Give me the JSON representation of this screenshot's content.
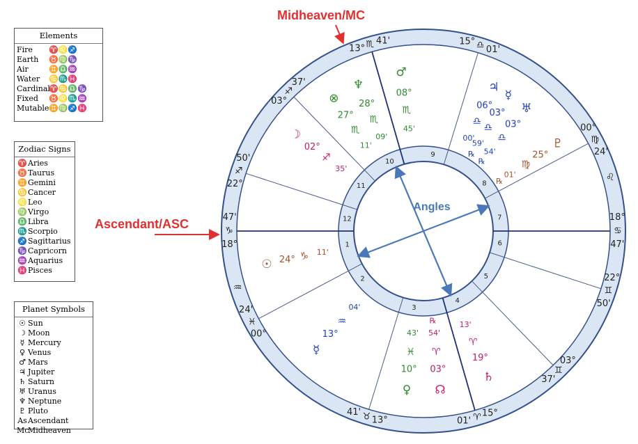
{
  "callouts": {
    "mc": "Midheaven/MC",
    "asc": "Ascendant/ASC",
    "angles": "Angles"
  },
  "colors": {
    "callout": "#e03030",
    "angles": "#4a78b8",
    "ring_fill": "#dbe6f4",
    "ring_stroke": "#34508c"
  },
  "legend_elements": {
    "title": "Elements",
    "rows": [
      {
        "label": "Fire",
        "signs": "♈♌♐"
      },
      {
        "label": "Earth",
        "signs": "♉♍♑"
      },
      {
        "label": "Air",
        "signs": "♊♎♒"
      },
      {
        "label": "Water",
        "signs": "♋♏♓"
      },
      {
        "label": "Cardinal",
        "signs": "♈♋♎♑"
      },
      {
        "label": "Fixed",
        "signs": "♉♌♏♒"
      },
      {
        "label": "Mutable",
        "signs": "♊♍♐♓"
      }
    ]
  },
  "legend_signs": {
    "title": "Zodiac Signs",
    "rows": [
      {
        "sym": "♈",
        "label": "Aries"
      },
      {
        "sym": "♉",
        "label": "Taurus"
      },
      {
        "sym": "♊",
        "label": "Gemini"
      },
      {
        "sym": "♋",
        "label": "Cancer"
      },
      {
        "sym": "♌",
        "label": "Leo"
      },
      {
        "sym": "♍",
        "label": "Virgo"
      },
      {
        "sym": "♎",
        "label": "Libra"
      },
      {
        "sym": "♏",
        "label": "Scorpio"
      },
      {
        "sym": "♐",
        "label": "Sagittarius"
      },
      {
        "sym": "♑",
        "label": "Capricorn"
      },
      {
        "sym": "♒",
        "label": "Aquarius"
      },
      {
        "sym": "♓",
        "label": "Pisces"
      }
    ]
  },
  "legend_planets": {
    "title": "Planet Symbols",
    "rows": [
      {
        "sym": "☉",
        "label": "Sun"
      },
      {
        "sym": "☽",
        "label": "Moon"
      },
      {
        "sym": "☿",
        "label": "Mercury"
      },
      {
        "sym": "♀",
        "label": "Venus"
      },
      {
        "sym": "♂",
        "label": "Mars"
      },
      {
        "sym": "♃",
        "label": "Jupiter"
      },
      {
        "sym": "♄",
        "label": "Saturn"
      },
      {
        "sym": "♅",
        "label": "Uranus"
      },
      {
        "sym": "♆",
        "label": "Neptune"
      },
      {
        "sym": "♇",
        "label": "Pluto"
      },
      {
        "sym": "As",
        "label": "Ascendant"
      },
      {
        "sym": "Mc",
        "label": "Midheaven"
      }
    ]
  },
  "cusps": [
    {
      "house": "1",
      "deg": "18°",
      "sign": "♑",
      "min": "47'"
    },
    {
      "house": "2",
      "deg": "00°",
      "sign": "♓",
      "min": "24'"
    },
    {
      "house": "3",
      "deg": "13°",
      "sign": "♉",
      "min": "41'"
    },
    {
      "house": "4",
      "deg": "15°",
      "sign": "♈",
      "min": "01'"
    },
    {
      "house": "5",
      "deg": "03°",
      "sign": "♊",
      "min": "37'"
    },
    {
      "house": "6",
      "deg": "22°",
      "sign": "♊",
      "min": "50'"
    },
    {
      "house": "7",
      "deg": "18°",
      "sign": "♋",
      "min": "47'"
    },
    {
      "house": "8",
      "deg": "00°",
      "sign": "♍",
      "min": "24'"
    },
    {
      "house": "9",
      "deg": "15°",
      "sign": "♎",
      "min": "01'"
    },
    {
      "house": "10",
      "deg": "13°",
      "sign": "♏",
      "min": "41'"
    },
    {
      "house": "11",
      "deg": "03°",
      "sign": "♐",
      "min": "37'"
    },
    {
      "house": "12",
      "deg": "22°",
      "sign": "♐",
      "min": "50'"
    }
  ],
  "intercepted": [
    {
      "sign": "♌"
    },
    {
      "sign": "♒"
    }
  ],
  "planets": [
    {
      "name": "Sun",
      "glyph": "☉",
      "deg": "24°",
      "sign": "♑",
      "min": "11'",
      "retro": "",
      "color": "#a0522d"
    },
    {
      "name": "Mercury",
      "glyph": "☿",
      "deg": "13°",
      "sign": "♒",
      "min": "04'",
      "retro": "",
      "color": "#1f3fbf"
    },
    {
      "name": "Venus",
      "glyph": "♀",
      "deg": "10°",
      "sign": "♓",
      "min": "43'",
      "retro": "",
      "color": "#2e8b2e"
    },
    {
      "name": "North Node",
      "glyph": "☊",
      "deg": "03°",
      "sign": "♈",
      "min": "54'",
      "retro": "℞",
      "color": "#c21d6a"
    },
    {
      "name": "Saturn",
      "glyph": "♄",
      "deg": "19°",
      "sign": "♈",
      "min": "13'",
      "retro": "",
      "color": "#c21d6a"
    },
    {
      "name": "Pluto",
      "glyph": "♇",
      "deg": "25°",
      "sign": "♍",
      "min": "01'",
      "retro": "℞",
      "color": "#a0522d"
    },
    {
      "name": "Uranus",
      "glyph": "♅",
      "deg": "03°",
      "sign": "♎",
      "min": "54'",
      "retro": "℞",
      "color": "#1f3fbf"
    },
    {
      "name": "Mercury2",
      "glyph": "☿",
      "deg": "03°",
      "sign": "♎",
      "min": "59'",
      "retro": "℞",
      "color": "#1f3fbf"
    },
    {
      "name": "Jupiter",
      "glyph": "♃",
      "deg": "06°",
      "sign": "♎",
      "min": "00'",
      "retro": "",
      "color": "#1f3fbf"
    },
    {
      "name": "Mars",
      "glyph": "♂",
      "deg": "08°",
      "sign": "♏",
      "min": "45'",
      "retro": "",
      "color": "#2e8b2e"
    },
    {
      "name": "Neptune",
      "glyph": "♆",
      "deg": "28°",
      "sign": "♏",
      "min": "09'",
      "retro": "",
      "color": "#2e8b2e"
    },
    {
      "name": "Fortune",
      "glyph": "⊗",
      "deg": "27°",
      "sign": "♏",
      "min": "11'",
      "retro": "",
      "color": "#2e8b2e"
    },
    {
      "name": "Moon",
      "glyph": "☽",
      "deg": "02°",
      "sign": "♐",
      "min": "35'",
      "retro": "",
      "color": "#c21d6a"
    }
  ]
}
